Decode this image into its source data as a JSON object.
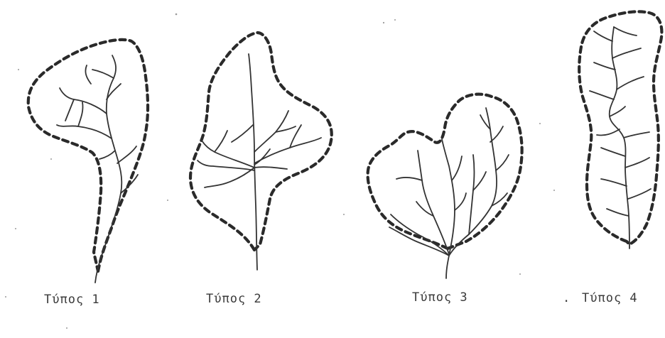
{
  "figure": {
    "panels": [
      {
        "label": "Τύπος 1"
      },
      {
        "label": "Τύπος 2"
      },
      {
        "label": "Τύπος 3"
      },
      {
        "label": "Τύπος 4"
      }
    ],
    "bullet": "."
  },
  "colors": {
    "background": "#ffffff",
    "ink": "#2a2a2a"
  }
}
